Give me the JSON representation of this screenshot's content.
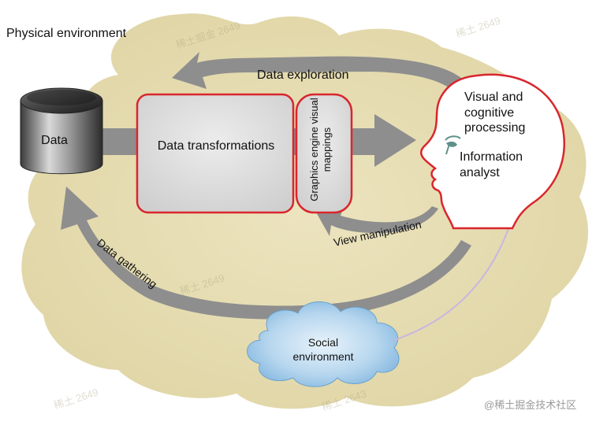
{
  "diagram": {
    "physical_environment": "Physical environment",
    "data_label": "Data",
    "transformations_label": "Data transformations",
    "graphics_label": "Graphics engine visual mappings",
    "exploration_label": "Data exploration",
    "visual_cognitive_label": "Visual and cognitive processing",
    "analyst_label": "Information analyst",
    "view_manipulation_label": "View manipulation",
    "gathering_label": "Data gathering",
    "social_label": "Social environment",
    "watermark": "@稀土掘金技术社区"
  },
  "colors": {
    "blob": "#e8dfb6",
    "arrow": "#8e8e8e",
    "box_border": "#d9262c",
    "box_fill": "#dedede",
    "cloud": "#7fb4de"
  }
}
